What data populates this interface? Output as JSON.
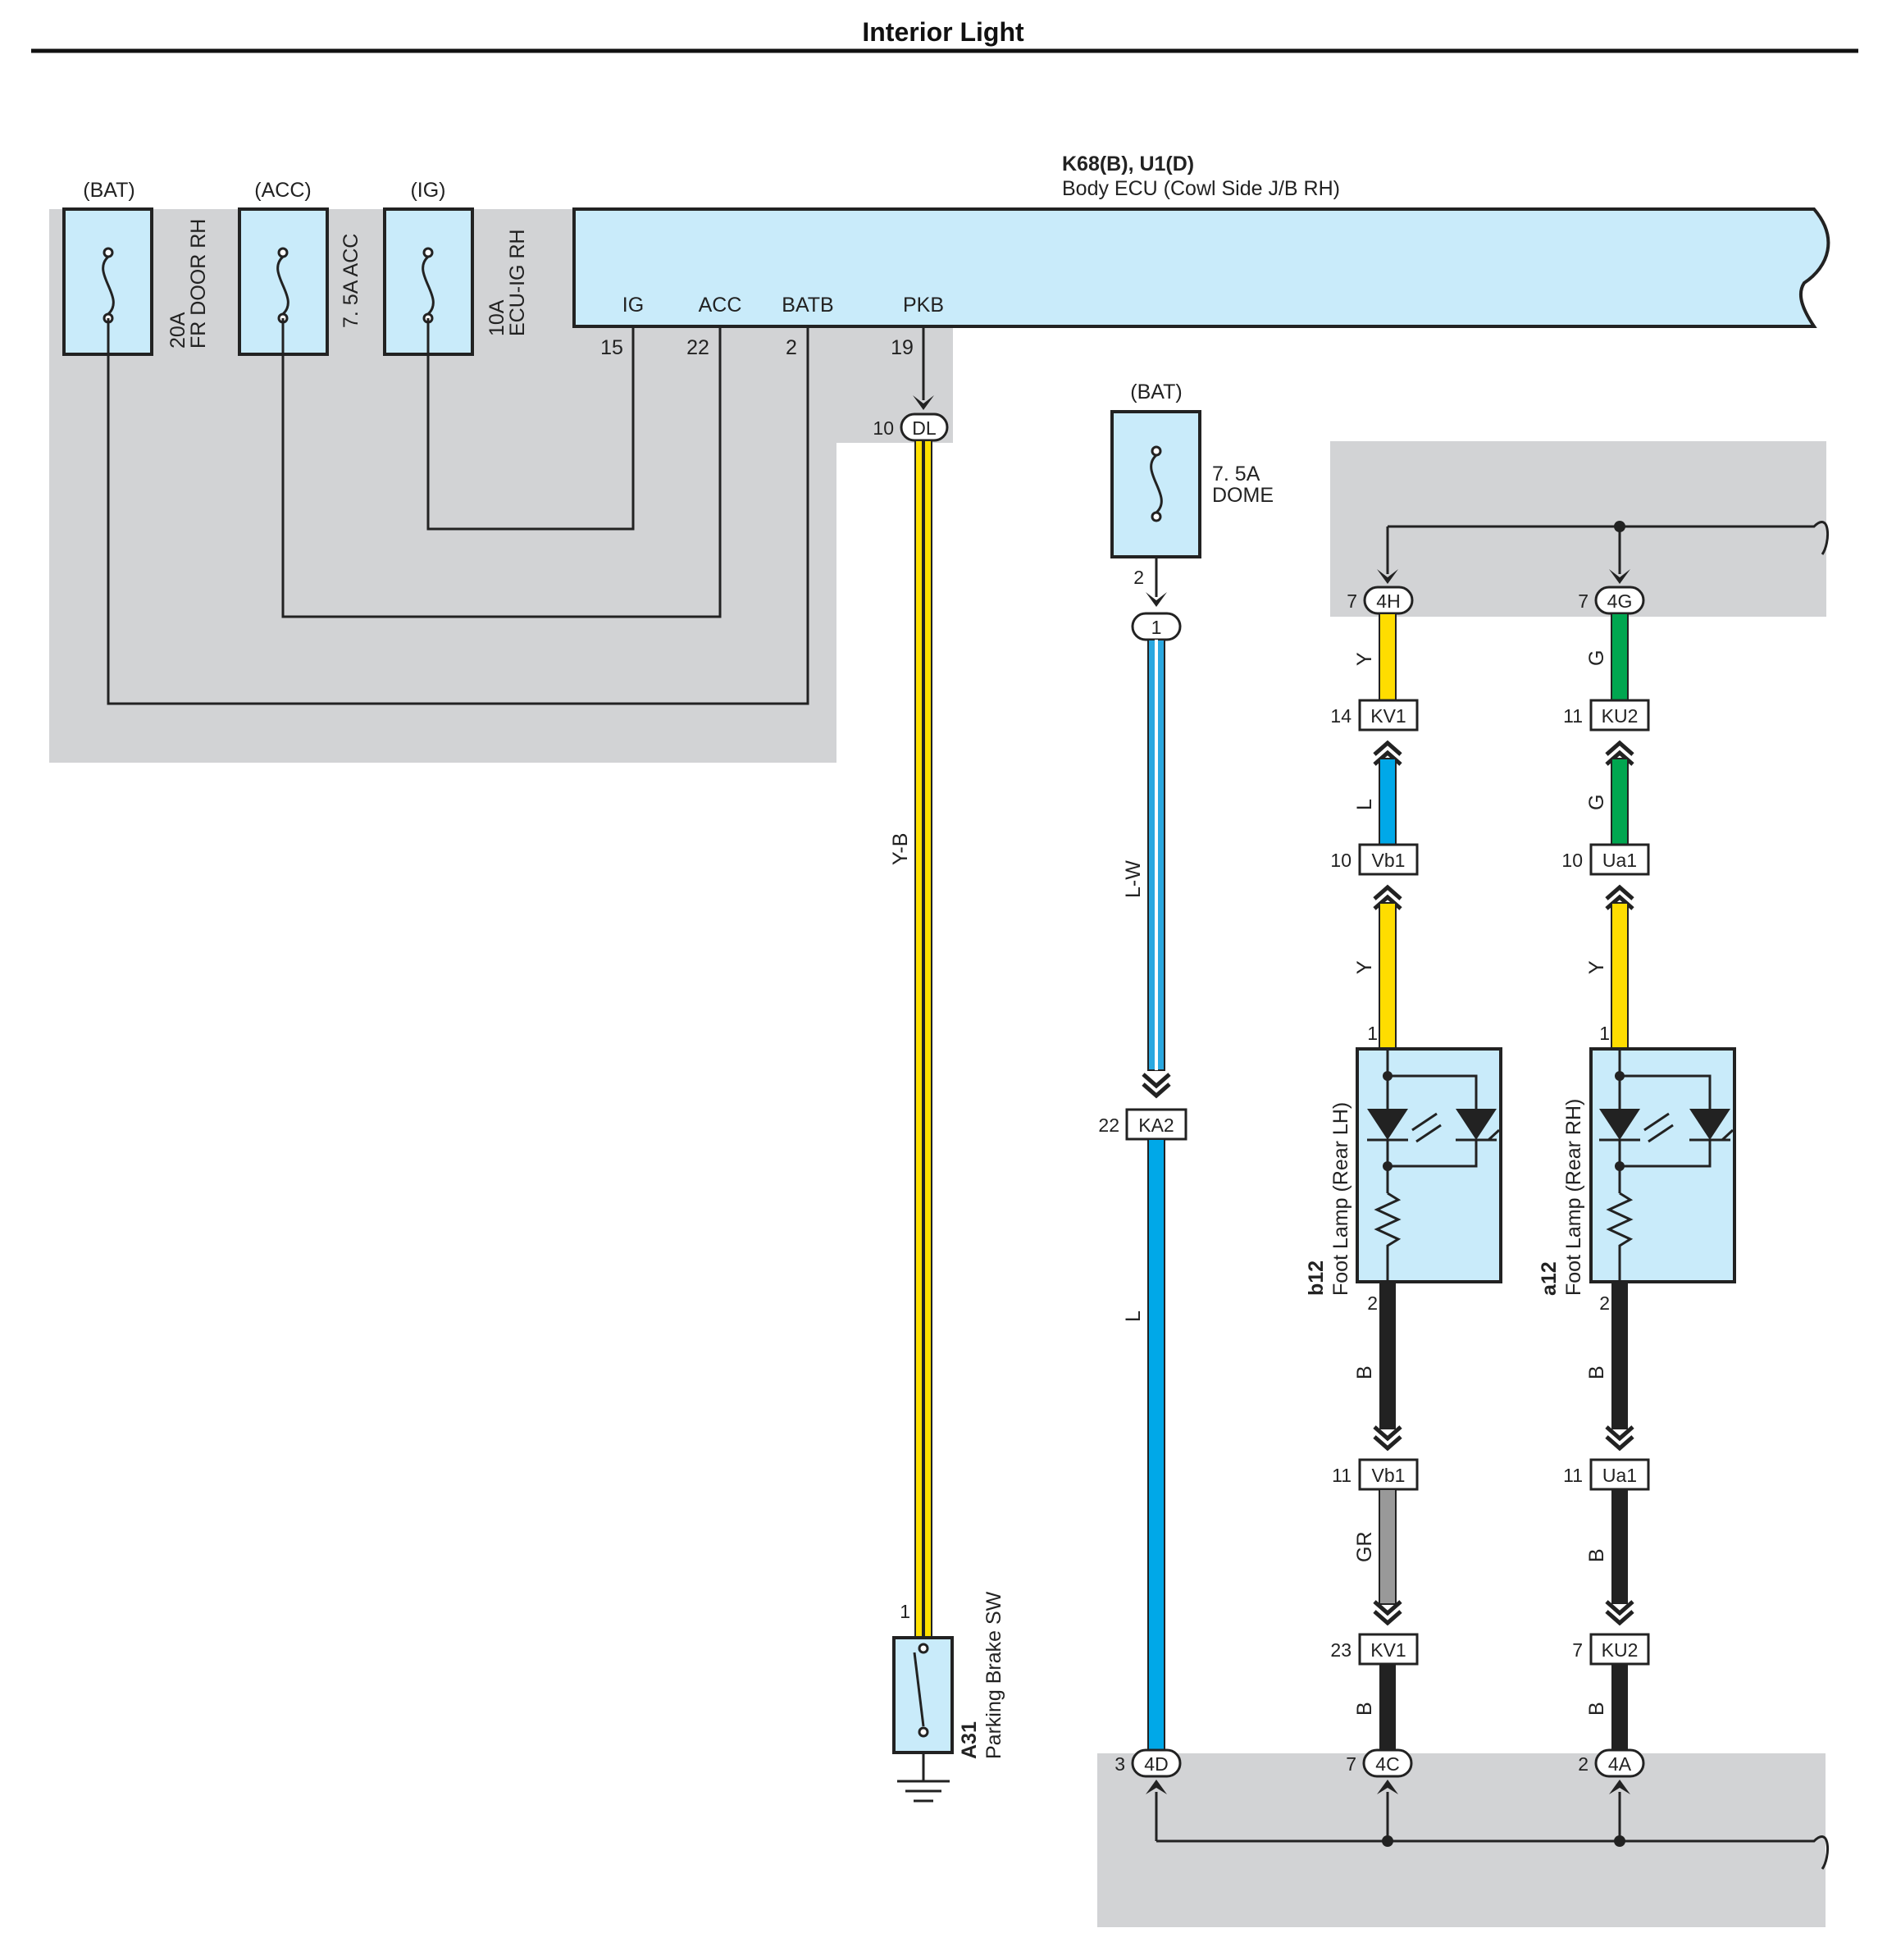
{
  "page": {
    "title": "Interior Light"
  },
  "power_labels": {
    "bat1": "(BAT)",
    "acc": "(ACC)",
    "ig": "(IG)",
    "bat2": "(BAT)"
  },
  "fuses": [
    {
      "rating": "20A",
      "name": "FR DOOR RH"
    },
    {
      "rating": "7. 5A ACC",
      "name": ""
    },
    {
      "rating": "10A",
      "name": "ECU-IG RH"
    },
    {
      "rating": "7. 5A",
      "name": "DOME"
    }
  ],
  "ecu": {
    "code": "K68(B), U1(D)",
    "name": "Body ECU (Cowl Side J/B RH)",
    "terminals": [
      {
        "label": "IG",
        "pin": "15"
      },
      {
        "label": "ACC",
        "pin": "22"
      },
      {
        "label": "BATB",
        "pin": "2"
      },
      {
        "label": "PKB",
        "pin": "19"
      }
    ]
  },
  "connectors": [
    {
      "id": "DL",
      "pin": "10"
    },
    {
      "id": "1",
      "pin": "2"
    },
    {
      "id": "4H",
      "pin": "7"
    },
    {
      "id": "4G",
      "pin": "7"
    },
    {
      "id": "KV1",
      "pin": "14"
    },
    {
      "id": "KU2",
      "pin": "11"
    },
    {
      "id": "Vb1",
      "pin": "10"
    },
    {
      "id": "Ua1",
      "pin": "10"
    },
    {
      "id": "KA2",
      "pin": "22"
    },
    {
      "id": "Vb1",
      "pin": "11"
    },
    {
      "id": "Ua1",
      "pin": "11"
    },
    {
      "id": "KV1",
      "pin": "23"
    },
    {
      "id": "KU2",
      "pin": "7"
    },
    {
      "id": "4D",
      "pin": "3"
    },
    {
      "id": "4C",
      "pin": "7"
    },
    {
      "id": "4A",
      "pin": "2"
    }
  ],
  "wire_colors": [
    {
      "code": "Y-B",
      "hex": "#ffe000"
    },
    {
      "code": "L-W",
      "hex": "#2aa8e0"
    },
    {
      "code": "L",
      "hex": "#00a8e8"
    },
    {
      "code": "Y",
      "hex": "#ffdd00"
    },
    {
      "code": "G",
      "hex": "#00a650"
    },
    {
      "code": "L",
      "hex": "#00a8e8"
    },
    {
      "code": "G",
      "hex": "#00a650"
    },
    {
      "code": "Y",
      "hex": "#ffdd00"
    },
    {
      "code": "Y",
      "hex": "#ffdd00"
    },
    {
      "code": "B",
      "hex": "#222222"
    },
    {
      "code": "B",
      "hex": "#222222"
    },
    {
      "code": "GR",
      "hex": "#999999"
    },
    {
      "code": "B",
      "hex": "#222222"
    },
    {
      "code": "B",
      "hex": "#222222"
    },
    {
      "code": "B",
      "hex": "#222222"
    }
  ],
  "components": [
    {
      "code": "b12",
      "name": "Foot Lamp (Rear LH)",
      "pin_in": "1",
      "pin_out": "2"
    },
    {
      "code": "a12",
      "name": "Foot Lamp (Rear RH)",
      "pin_in": "1",
      "pin_out": "2"
    },
    {
      "code": "A31",
      "name": "Parking Brake SW",
      "pin_in": "1"
    }
  ],
  "colors": {
    "module_fill": "#c9ebfa",
    "junction_gray": "#d2d3d5"
  }
}
